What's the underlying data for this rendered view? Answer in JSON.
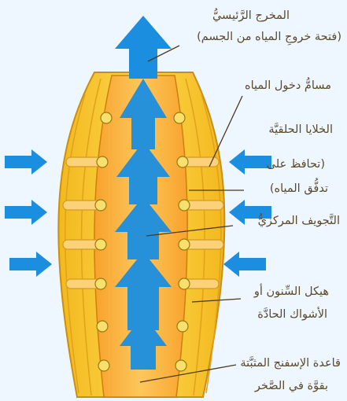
{
  "labels": {
    "osculum_title": "المخرج الرَّئيسيُّ",
    "osculum_desc": "(فتحة خروجِ المياه من الجسم)",
    "pore": "مسامُّ دخول المياه",
    "collar_line1": "الخلايا الحلقيَّة",
    "collar_line2": "(تحافظ على",
    "collar_line3": "تدفُّق المياه)",
    "cavity": "التَّجويف المركزيُّ",
    "spicule_line1": "هيكل السِّنون أو",
    "spicule_line2": "الأشواك الحادَّة",
    "base_line1": "قاعدة الإسفنج المثبَّتة",
    "base_line2": "بقوَّة في الصَّخر"
  },
  "colors": {
    "body_wall": "#f6c62a",
    "cavity": "#fbb13b",
    "water_flow": "#1b8ee0",
    "background": "#eef6ff"
  }
}
